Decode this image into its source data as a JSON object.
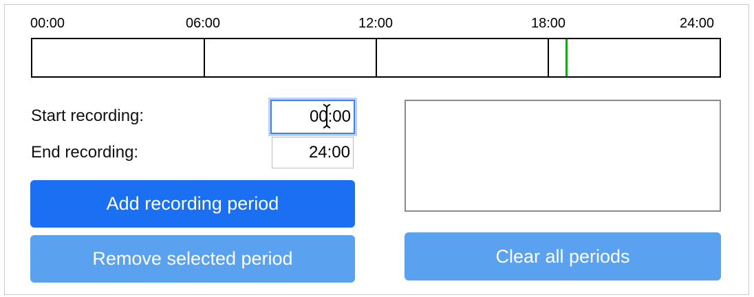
{
  "timeline": {
    "tick_labels": [
      "00:00",
      "06:00",
      "12:00",
      "18:00",
      "24:00"
    ],
    "current_time_marker_fraction": 0.776
  },
  "form": {
    "start_label": "Start recording:",
    "start_value": "00:00",
    "end_label": "End recording:",
    "end_value": "24:00"
  },
  "buttons": {
    "add_label": "Add recording period",
    "remove_label": "Remove selected period",
    "clear_label": "Clear all periods"
  },
  "periods": [],
  "colors": {
    "primary": "#1a6ff2",
    "primary_light": "#5aa2f0",
    "marker": "#1aa51a",
    "focus": "#3b82f6"
  },
  "icons": {
    "text_cursor": "i-beam-cursor-icon"
  }
}
